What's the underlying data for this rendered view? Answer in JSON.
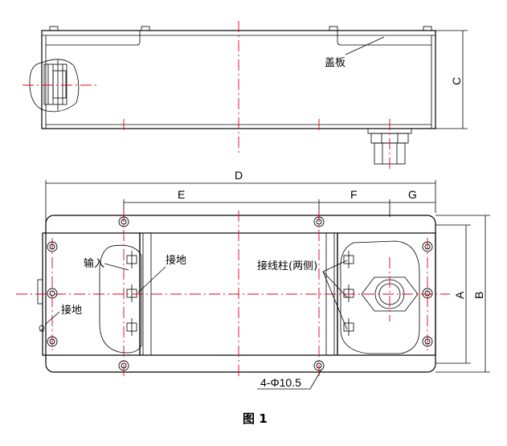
{
  "labels": {
    "cover_plate": "盖板",
    "input": "输入",
    "ground_left": "接地",
    "ground_inner": "接地",
    "terminal_posts": "接线柱(两侧)",
    "holes": "4-Φ10.5",
    "figure_caption": "图 1"
  },
  "dimensions": {
    "A": "A",
    "B": "B",
    "C": "C",
    "D": "D",
    "E": "E",
    "F": "F",
    "G": "G"
  },
  "colors": {
    "outline": "#000000",
    "centerline": "#e0001a"
  }
}
